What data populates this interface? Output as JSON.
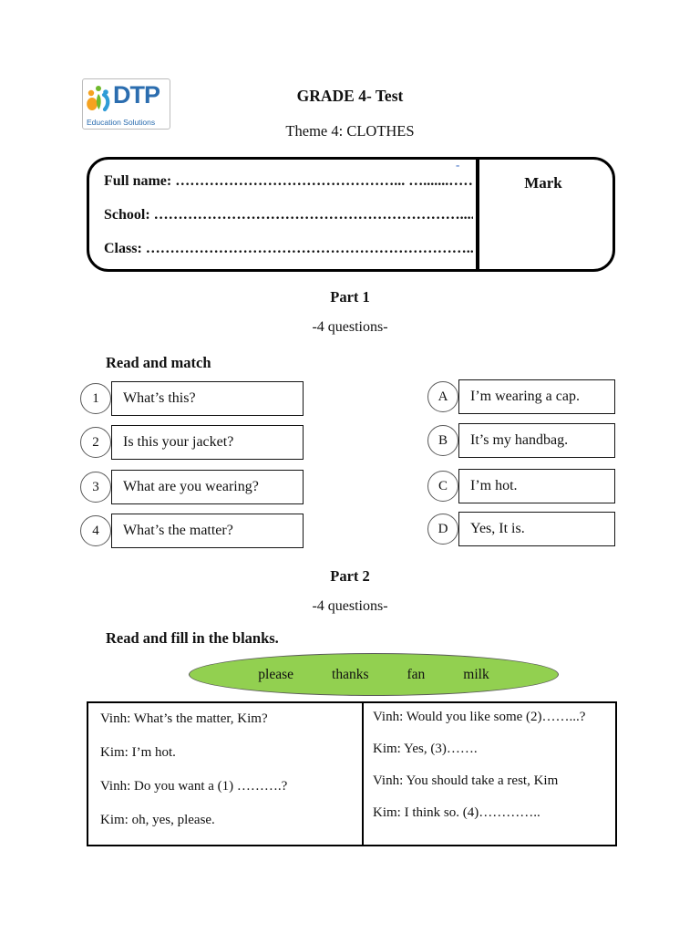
{
  "logo": {
    "brand": "DTP",
    "tagline": "Education Solutions",
    "brand_color": "#2b6daf",
    "icon_colors": {
      "orange": "#f5a21f",
      "green": "#6fb92c",
      "blue": "#2f9cd6"
    }
  },
  "header": {
    "title": "GRADE 4- Test",
    "subtitle": "Theme 4: CLOTHES"
  },
  "info_box": {
    "full_name_line": "Full name: ………………………………………... ….......………",
    "school_line": "School: ………………………………………………………....………",
    "class_line": "Class: …………………………………………………………..………",
    "stray_dash": "-",
    "mark_label": "Mark"
  },
  "part1": {
    "title": "Part 1",
    "questions_count": "-4 questions-",
    "instruction": "Read and match",
    "left_items": [
      {
        "num": "1",
        "text": "What’s this?"
      },
      {
        "num": "2",
        "text": "Is this your jacket?"
      },
      {
        "num": "3",
        "text": "What are you wearing?"
      },
      {
        "num": "4",
        "text": "What’s the matter?"
      }
    ],
    "right_items": [
      {
        "letter": "A",
        "text": "I’m wearing a cap."
      },
      {
        "letter": "B",
        "text": "It’s my handbag."
      },
      {
        "letter": "C",
        "text": "I’m hot."
      },
      {
        "letter": "D",
        "text": "Yes, It is."
      }
    ]
  },
  "part2": {
    "title": "Part 2",
    "questions_count": "-4 questions-",
    "instruction": "Read and fill in the blanks.",
    "word_bank": {
      "bg_color": "#92d050",
      "words": [
        "please",
        "thanks",
        "fan",
        "milk"
      ]
    },
    "dialogue": {
      "left": [
        "Vinh: What’s the matter, Kim?",
        "Kim: I’m hot.",
        "Vinh: Do you want a (1) ……….?",
        "Kim: oh, yes, please."
      ],
      "right": [
        "Vinh: Would you like some (2)……...?",
        "Kim: Yes, (3)…….",
        "Vinh: You should take a rest, Kim",
        "Kim: I think so. (4)………….."
      ]
    }
  }
}
